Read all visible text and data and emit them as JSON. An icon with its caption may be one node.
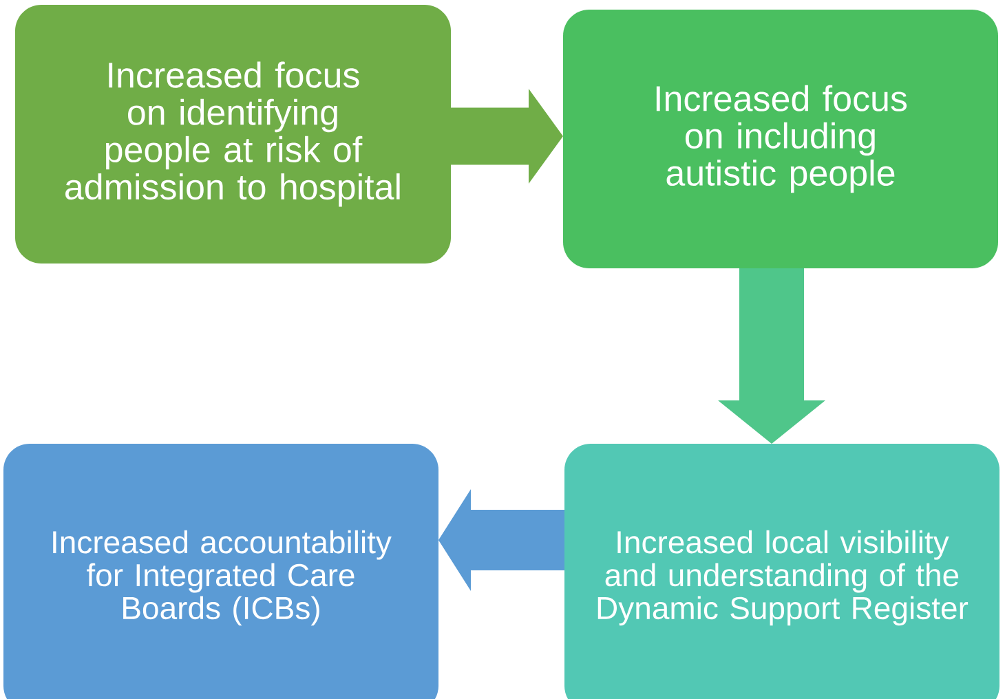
{
  "diagram": {
    "nodes": [
      {
        "text": [
          "Increased focus on identifying people at risk of admission to hospital"
        ]
      },
      {
        "text": [
          "Increased focus on including autistic people"
        ]
      },
      {
        "text": [
          "Increased local visibility and understanding of the Dynamic Support Register"
        ]
      },
      {
        "text": [
          "Increased accountability for Integrated Care Boards (ICBs)"
        ]
      }
    ],
    "edges": [
      {
        "from": 0,
        "to": 1,
        "arrow": "to",
        "color": "#70ad47"
      },
      {
        "from": 1,
        "to": 2,
        "arrow": "to",
        "color": "#4fc68a"
      },
      {
        "from": 2,
        "to": 3,
        "arrow": "to",
        "color": "#5b9bd5"
      }
    ]
  }
}
